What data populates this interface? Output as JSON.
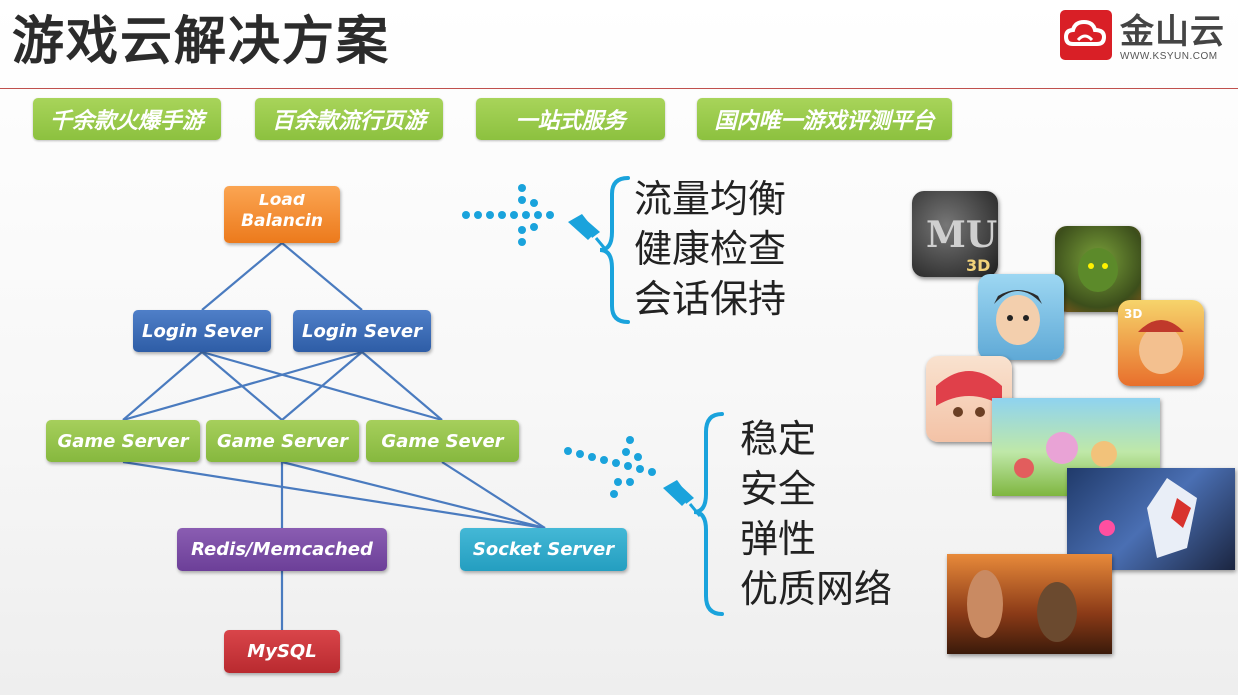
{
  "header": {
    "title": "游戏云解决方案",
    "logo_text": "金山云",
    "logo_url": "WWW.KSYUN.COM"
  },
  "tags": [
    "千余款火爆手游",
    "百余款流行页游",
    "一站式服务",
    "国内唯一游戏评测平台"
  ],
  "diagram": {
    "load_balancer": "Load Balancin",
    "load_balancer_lines": [
      "Load",
      "Balancin"
    ],
    "login_1": "Login Sever",
    "login_2": "Login Sever",
    "game_1": "Game Server",
    "game_2": "Game Server",
    "game_3": "Game Sever",
    "redis": "Redis/Memcached",
    "socket": "Socket Server",
    "mysql": "MySQL"
  },
  "features_top": [
    "流量均衡",
    "健康检查",
    "会话保持"
  ],
  "features_bottom": [
    "稳定",
    "安全",
    "弹性",
    "优质网络"
  ],
  "colors": {
    "accent_red": "#c0504d",
    "tag_green": "#8cc13f",
    "connector_blue": "#4a7bbf",
    "brace_cyan": "#1aa3dc"
  },
  "games": [
    "mu-3d-icon",
    "warrior-icon",
    "orc-icon",
    "monkey-king-icon",
    "anime-girl-icon",
    "cartoon-scene",
    "robot-scene",
    "shooter-scene"
  ]
}
